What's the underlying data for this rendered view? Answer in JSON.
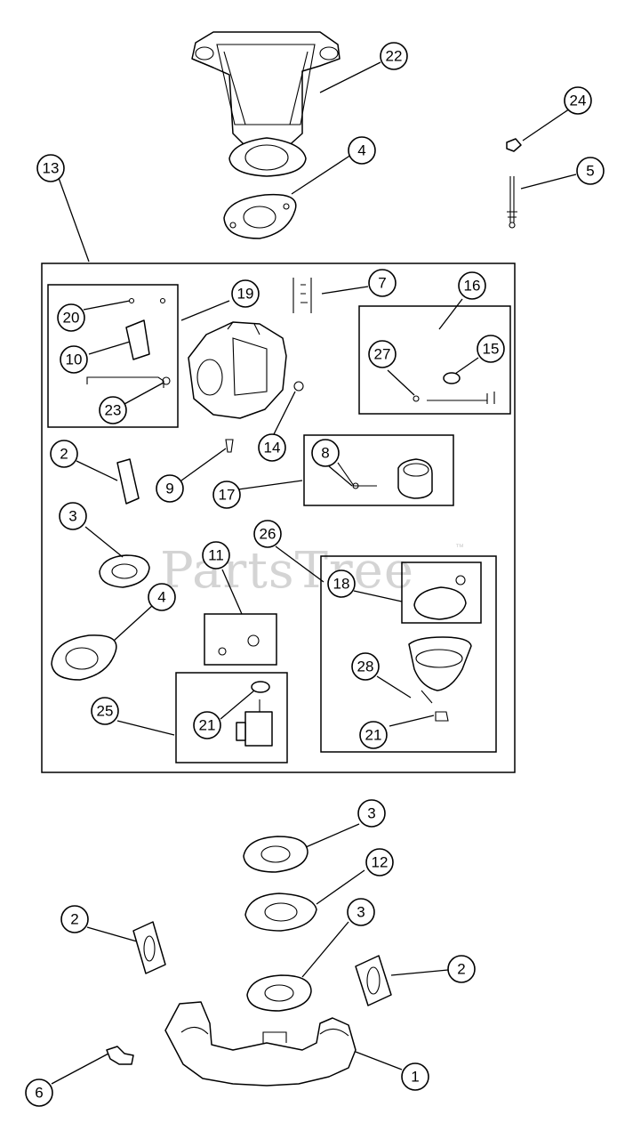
{
  "watermark": {
    "text": "PartsTree",
    "trademark": "™"
  },
  "colors": {
    "line": "#000000",
    "background": "#ffffff",
    "watermark": "#d4d4d4"
  },
  "callouts": [
    {
      "id": "c22",
      "label": "22"
    },
    {
      "id": "c24",
      "label": "24"
    },
    {
      "id": "c4a",
      "label": "4"
    },
    {
      "id": "c5",
      "label": "5"
    },
    {
      "id": "c13",
      "label": "13"
    },
    {
      "id": "c19",
      "label": "19"
    },
    {
      "id": "c7",
      "label": "7"
    },
    {
      "id": "c16",
      "label": "16"
    },
    {
      "id": "c20",
      "label": "20"
    },
    {
      "id": "c10",
      "label": "10"
    },
    {
      "id": "c23",
      "label": "23"
    },
    {
      "id": "c27",
      "label": "27"
    },
    {
      "id": "c15",
      "label": "15"
    },
    {
      "id": "c14",
      "label": "14"
    },
    {
      "id": "c2a",
      "label": "2"
    },
    {
      "id": "c9",
      "label": "9"
    },
    {
      "id": "c8",
      "label": "8"
    },
    {
      "id": "c17",
      "label": "17"
    },
    {
      "id": "c3a",
      "label": "3"
    },
    {
      "id": "c26",
      "label": "26"
    },
    {
      "id": "c11",
      "label": "11"
    },
    {
      "id": "c18",
      "label": "18"
    },
    {
      "id": "c4b",
      "label": "4"
    },
    {
      "id": "c28",
      "label": "28"
    },
    {
      "id": "c25",
      "label": "25"
    },
    {
      "id": "c21a",
      "label": "21"
    },
    {
      "id": "c21b",
      "label": "21"
    },
    {
      "id": "c3b",
      "label": "3"
    },
    {
      "id": "c12",
      "label": "12"
    },
    {
      "id": "c2b",
      "label": "2"
    },
    {
      "id": "c3c",
      "label": "3"
    },
    {
      "id": "c2c",
      "label": "2"
    },
    {
      "id": "c1",
      "label": "1"
    },
    {
      "id": "c6",
      "label": "6"
    }
  ]
}
